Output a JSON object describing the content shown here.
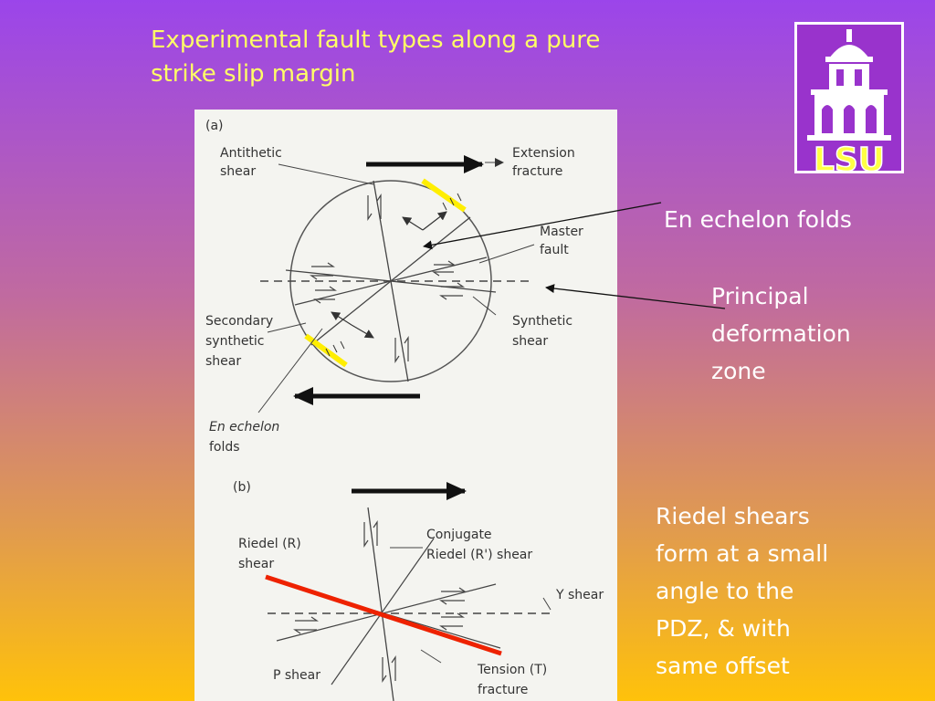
{
  "slide": {
    "title": "Experimental fault types along a pure strike slip margin"
  },
  "logo": {
    "text": "LSU",
    "colors": {
      "purple": "#9933cc",
      "gold": "#ffff44",
      "white": "#ffffff"
    }
  },
  "figure_a": {
    "panel_label": "(a)",
    "labels": {
      "antithetic_1": "Antithetic",
      "antithetic_2": "shear",
      "extension_1": "Extension",
      "extension_2": "fracture",
      "master_1": "Master",
      "master_2": "fault",
      "secondary_1": "Secondary",
      "secondary_2": "synthetic",
      "secondary_3": "shear",
      "synthetic_1": "Synthetic",
      "synthetic_2": "shear",
      "echelon_1": "En echelon",
      "echelon_2": "folds"
    }
  },
  "figure_b": {
    "panel_label": "(b)",
    "labels": {
      "riedel_1": "Riedel (R)",
      "riedel_2": "shear",
      "conjugate_1": "Conjugate",
      "conjugate_2": "Riedel (R') shear",
      "y_shear": "Y shear",
      "p_shear": "P shear",
      "tension_1": "Tension (T)",
      "tension_2": "fracture"
    }
  },
  "annotations": {
    "en_echelon_folds": "En echelon folds",
    "pdz_1": "Principal",
    "pdz_2": "deformation",
    "pdz_3": "zone",
    "riedel_1": "Riedel shears",
    "riedel_2": "form at a small",
    "riedel_3": "angle to the",
    "riedel_4": "PDZ, & with",
    "riedel_5": "same offset"
  },
  "colors": {
    "title_text": "#ffff66",
    "highlight_yellow": "#ffee00",
    "highlight_red": "#ee2200",
    "figure_bg": "#f4f4f0",
    "figure_ink": "#333333"
  }
}
